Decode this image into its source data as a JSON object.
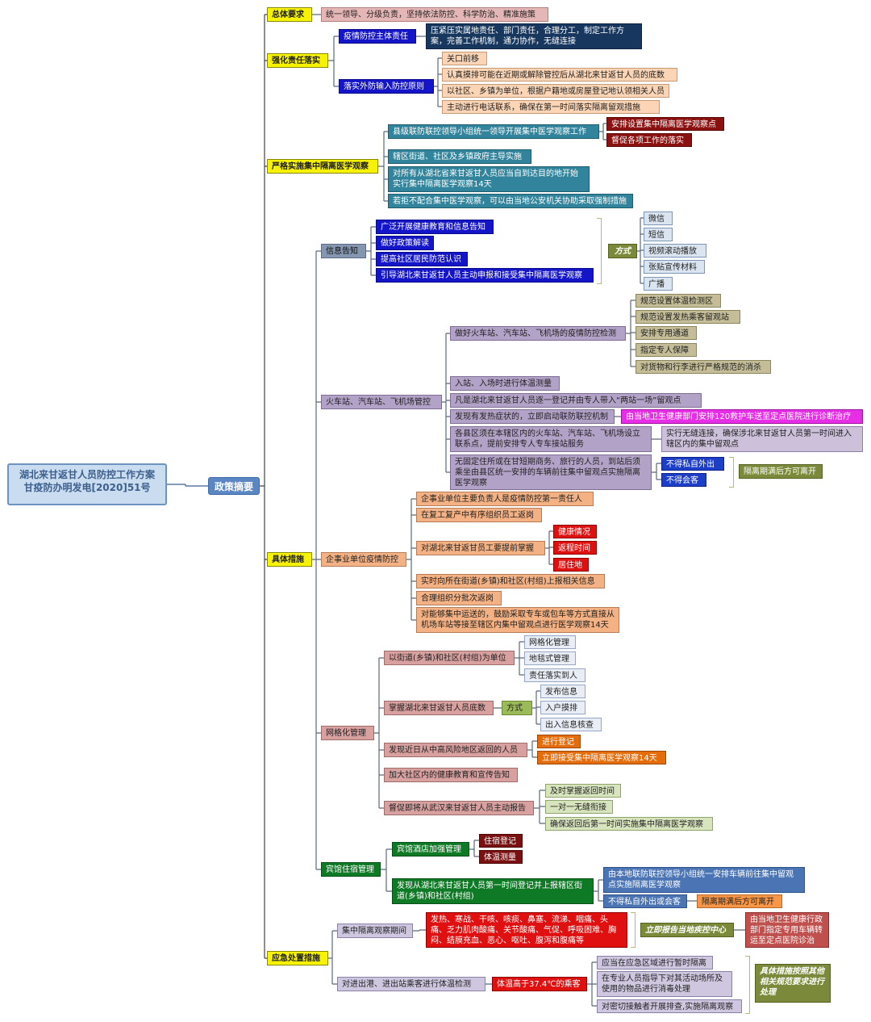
{
  "root": {
    "line1": "湖北来甘返甘人员防控工作方案",
    "line2": "甘疫防办明发电[2020]51号"
  },
  "hub": "政策摘要",
  "overall": {
    "label": "总体要求",
    "text": "统一领导、分级负责，坚持依法防控、科学防治、精准施策"
  },
  "responsibility": {
    "label": "强化责任落实",
    "main_body": {
      "label": "疫情防控主体责任",
      "text": "压紧压实属地责任、部门责任，合理分工，制定工作方案，完善工作机制，通力协作，无缝连接"
    },
    "import_prevention": {
      "label": "落实外防输入防控原则",
      "items": [
        "关口前移",
        "认真摸排可能在近期或解除管控后从湖北来甘返甘人员的底数",
        "以社区、乡镇为单位，根据户籍地或房屋登记地认领相关人员",
        "主动进行电话联系，确保在第一时间落实隔离留观措施"
      ]
    }
  },
  "quarantine": {
    "label": "严格实施集中隔离医学观察",
    "county": "县级联防联控领导小组统一领导开展集中医学观察工作",
    "county_subs": [
      "安排设置集中隔离医学观察点",
      "督促各项工作的落实"
    ],
    "items": [
      "辖区街道、社区及乡镇政府主导实施",
      "对所有从湖北省来甘返甘人员应当自到达目的地开始实行集中隔离医学观察14天",
      "若拒不配合集中医学观察，可以由当地公安机关协助采取强制措施"
    ]
  },
  "measures": {
    "label": "具体措施",
    "info": {
      "label": "信息告知",
      "items": [
        "广泛开展健康教育和信息告知",
        "做好政策解读",
        "提高社区居民防范认识",
        "引导湖北来甘返甘人员主动申报和接受集中隔离医学观察"
      ],
      "method": "方式",
      "channels": [
        "微信",
        "短信",
        "视频滚动播放",
        "张贴宣传材料",
        "广播"
      ]
    },
    "station": {
      "label": "火车站、汽车站、飞机场管控",
      "monitor": "做好火车站、汽车站、飞机场的疫情防控检测",
      "monitor_subs": [
        "规范设置体温检测区",
        "规范设置发热乘客留观站",
        "安排专用通道",
        "指定专人保障",
        "对货物和行李进行严格规范的消杀"
      ],
      "temp": "入站、入场时进行体温测量",
      "register": "凡是湖北来甘返甘人员逐一登记并由专人带入“两站一场”留观点",
      "fever": "发现有发热症状的，立即启动联防联控机制",
      "fever_action": "由当地卫生健康部门安排120救护车送至定点医院进行诊断治疗",
      "contact": "各县区须在本辖区内的火车站、汽车站、飞机场设立联系点，提前安排专人专车接站服务",
      "contact_action": "实行无缝连接，确保涉北来甘返甘人员第一时间进入辖区内的集中留观点",
      "transit": "无固定住所或在甘短期商务、旅行的人员，到站后须乘坐由县区统一安排的车辆前往集中留观点实施隔离医学观察",
      "transit_rules": [
        "不得私自外出",
        "不得会客"
      ],
      "transit_result": "隔离期满后方可离开"
    },
    "enterprise": {
      "label": "企事业单位疫情防控",
      "items": [
        "企事业单位主要负责人是疫情防控第一责任人",
        "在复工复产中有序组织员工返岗",
        "对湖北来甘返甘员工要提前掌握",
        "实时向所在街道(乡镇)和社区(村组)上报相关信息",
        "合理组织分批次返岗",
        "对能够集中运送的，鼓励采取专车或包车等方式直接从机场车站等接至辖区内集中留观点进行医学观察14天"
      ],
      "grasp": [
        "健康情况",
        "返程时间",
        "居住地"
      ]
    },
    "grid": {
      "label": "网格化管理",
      "unit": "以街道(乡镇)和社区(村组)为单位",
      "unit_subs": [
        "网格化管理",
        "地毯式管理",
        "责任落实到人"
      ],
      "base": "掌握湖北来甘返甘人员底数",
      "base_method": "方式",
      "base_subs": [
        "发布信息",
        "入户摸排",
        "出入信息核查"
      ],
      "risk": "发现近日从中高风险地区返回的人员",
      "risk_subs": [
        "进行登记",
        "立即接受集中隔离医学观察14天"
      ],
      "edu": "加大社区内的健康教育和宣传告知",
      "urge": "督促即将从武汉来甘返甘人员主动报告",
      "urge_subs": [
        "及时掌握返回时间",
        "一对一无缝衔接",
        "确保返回后第一时间实施集中隔离医学观察"
      ]
    },
    "hotel": {
      "label": "宾馆住宿管理",
      "strict": "宾馆酒店加强管理",
      "strict_subs": [
        "住宿登记",
        "体温测量"
      ],
      "found": "发现从湖北来甘返甘人员第一时间登记并上报辖区街道(乡镇)和社区(村组)",
      "found_subs": [
        "由本地联防联控领导小组统一安排车辆前往集中留观点实施隔离医学观察",
        "不得私自外出或会客"
      ],
      "found_result": "隔离期满后方可离开"
    }
  },
  "emergency": {
    "label": "应急处置措施",
    "period": "集中隔离观察期间",
    "symptoms": "发热、寒战、干咳、咳痰、鼻塞、流涕、咽痛、头痛、乏力肌肉酸痛、关节酸痛、气促、呼吸困难、胸闷、结膜充血、恶心、呕吐、腹泻和腹痛等",
    "report": "立即报告当地疾控中心",
    "report_result": "由当地卫生健康行政部门指定专用车辆转运至定点医院诊治",
    "check": "对进出港、进出站乘客进行体温检测",
    "fever": "体温高于37.4℃的乘客",
    "fever_subs": [
      "应当在应急区域进行暂时隔离",
      "在专业人员指导下对其活动场所及使用的物品进行消毒处理",
      "对密切接触者开展排查,实施隔离观察"
    ],
    "note": "具体措施按照其他相关规范要求进行处理"
  }
}
